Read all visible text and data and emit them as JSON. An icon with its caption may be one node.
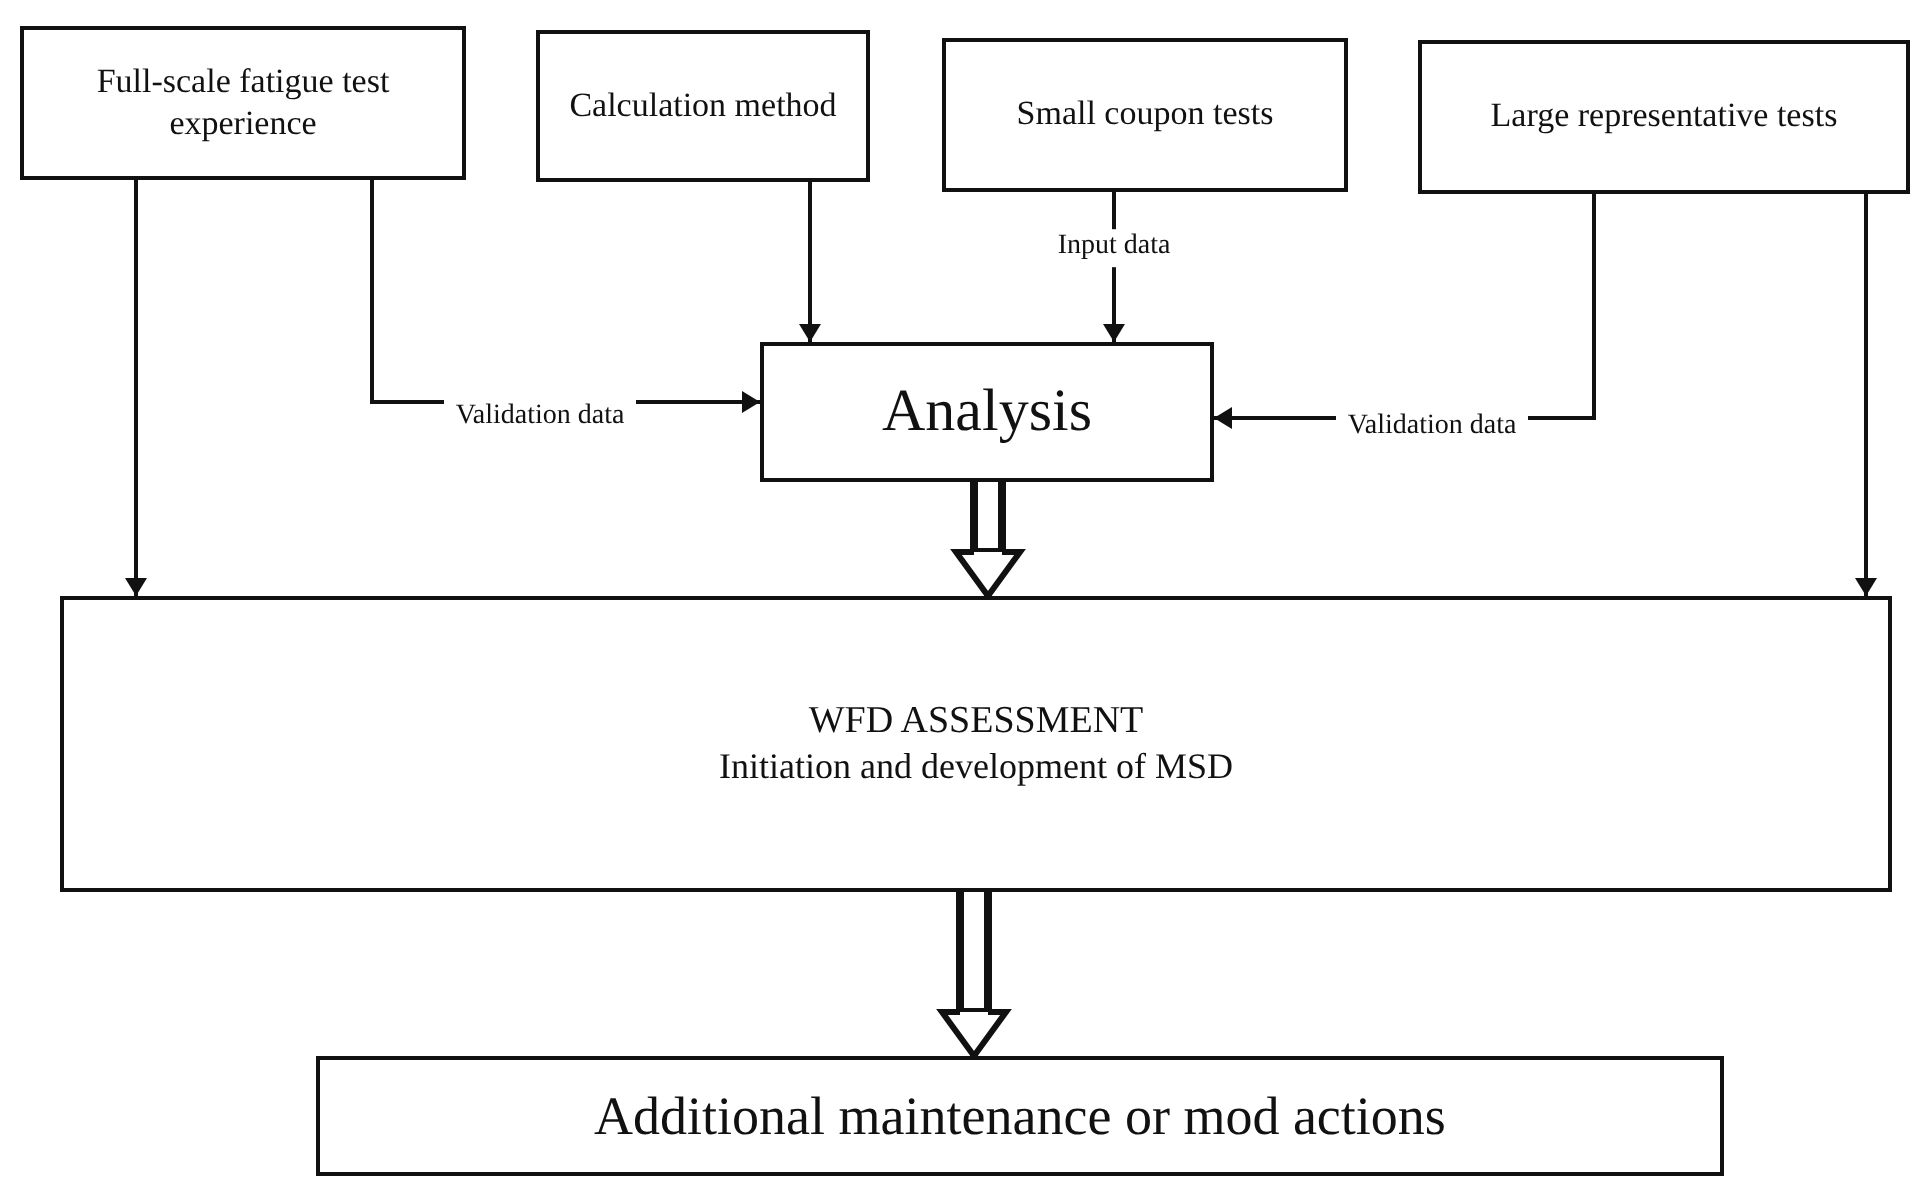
{
  "diagram": {
    "nodes": [
      {
        "text": [
          "Full-scale fatigue test experience"
        ]
      },
      {
        "text": [
          "Calculation method"
        ]
      },
      {
        "text": [
          "Small coupon tests"
        ]
      },
      {
        "text": [
          "Large representative tests"
        ]
      },
      {
        "text": [
          "Analysis"
        ]
      },
      {
        "text": [
          "WFD ASSESSMENT",
          "Initiation and development of MSD"
        ]
      },
      {
        "text": [
          "Additional maintenance or mod actions"
        ]
      }
    ],
    "edges": [
      {
        "from": 0,
        "to": 5,
        "arrow": "to"
      },
      {
        "from": 0,
        "to": 4,
        "arrow": "to",
        "label": "Validation data"
      },
      {
        "from": 1,
        "to": 4,
        "arrow": "to"
      },
      {
        "from": 2,
        "to": 4,
        "arrow": "to",
        "label": "Input data"
      },
      {
        "from": 3,
        "to": 4,
        "arrow": "to",
        "label": "Validation data"
      },
      {
        "from": 3,
        "to": 5,
        "arrow": "to"
      },
      {
        "from": 4,
        "to": 5,
        "arrow": "to",
        "style": "thick"
      },
      {
        "from": 5,
        "to": 6,
        "arrow": "to",
        "style": "thick"
      }
    ]
  }
}
